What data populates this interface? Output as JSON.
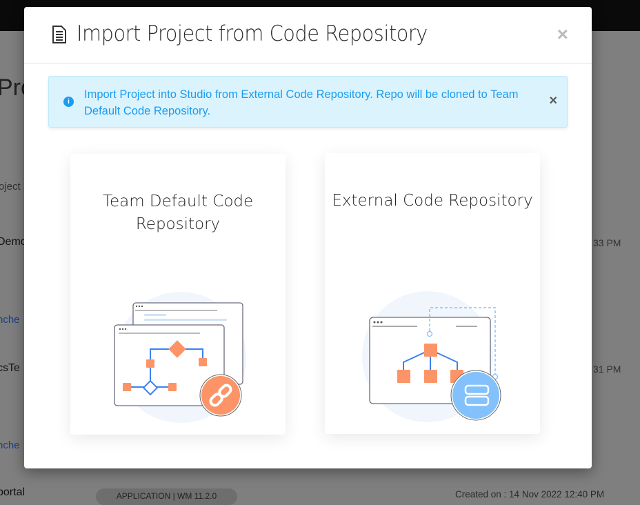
{
  "background": {
    "page_title_fragment": "Pro",
    "search_fragment": "oject",
    "rows": [
      {
        "name_fragment": "Demo",
        "time_fragment": "33 PM",
        "link_fragment": "nche"
      },
      {
        "name_fragment": "csTe",
        "time_fragment": "31 PM",
        "link_fragment": "nche"
      },
      {
        "name_fragment": "portal",
        "badge": "APPLICATION | WM 11.2.0",
        "created": "Created on : 14 Nov 2022 12:40 PM"
      }
    ]
  },
  "modal": {
    "title": "Import Project from Code Repository",
    "title_icon": "document-icon",
    "close_label": "×",
    "alert": {
      "icon": "info-icon",
      "text": "Import Project into Studio from External Code Repository. Repo will be cloned to Team Default Code Repository.",
      "close_label": "×"
    },
    "options": [
      {
        "title": "Team Default Code Repository",
        "illustration": "flowchart-link-illustration"
      },
      {
        "title": "External Code Repository",
        "illustration": "hierarchy-server-illustration"
      }
    ],
    "colors": {
      "accent": "#1a9cf0",
      "orange": "#fc9468",
      "blue": "#83c1fd",
      "line": "#3b82f0"
    }
  }
}
